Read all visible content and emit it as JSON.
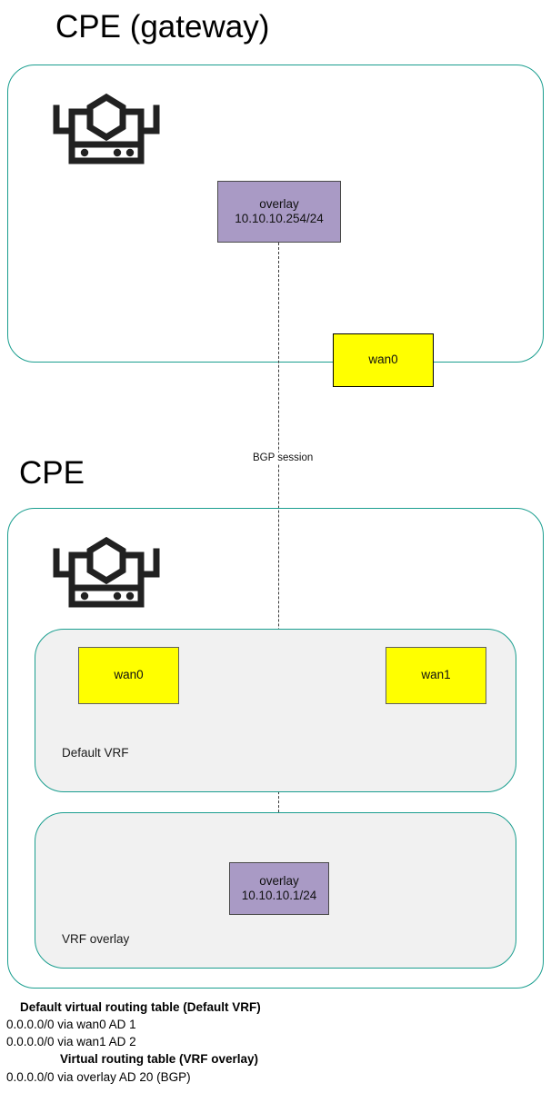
{
  "diagram": {
    "sections": [
      {
        "title": "CPE (gateway)",
        "device_icon": "router-firewall-icon",
        "interfaces": [
          {
            "name": "overlay",
            "address": "10.10.10.254/24",
            "color": "#a99ac5"
          },
          {
            "name": "wan0",
            "address": "",
            "color": "#ffff00"
          }
        ]
      },
      {
        "title": "CPE",
        "device_icon": "router-firewall-icon",
        "vrfs": [
          {
            "label": "Default VRF",
            "interfaces": [
              {
                "name": "wan0",
                "address": "",
                "color": "#ffff00"
              },
              {
                "name": "wan1",
                "address": "",
                "color": "#ffff00"
              }
            ]
          },
          {
            "label": "VRF overlay",
            "interfaces": [
              {
                "name": "overlay",
                "address": "10.10.10.1/24",
                "color": "#a99ac5"
              }
            ]
          }
        ]
      }
    ],
    "link": {
      "label": "BGP session",
      "style": "dashed"
    },
    "routing_tables": [
      {
        "heading": "Default virtual routing table (Default VRF)",
        "entries": [
          "0.0.0.0/0 via wan0 AD 1",
          "0.0.0.0/0 via wan1 AD 2"
        ]
      },
      {
        "heading": "Virtual routing table (VRF overlay)",
        "entries": [
          "0.0.0.0/0 via overlay AD 20 (BGP)"
        ]
      }
    ],
    "colors": {
      "container_border": "#1a9e8f",
      "vrf_fill": "#f1f1f1",
      "interface_yellow": "#ffff00",
      "interface_purple": "#a99ac5",
      "link_dash": "#3a3a3a"
    }
  }
}
